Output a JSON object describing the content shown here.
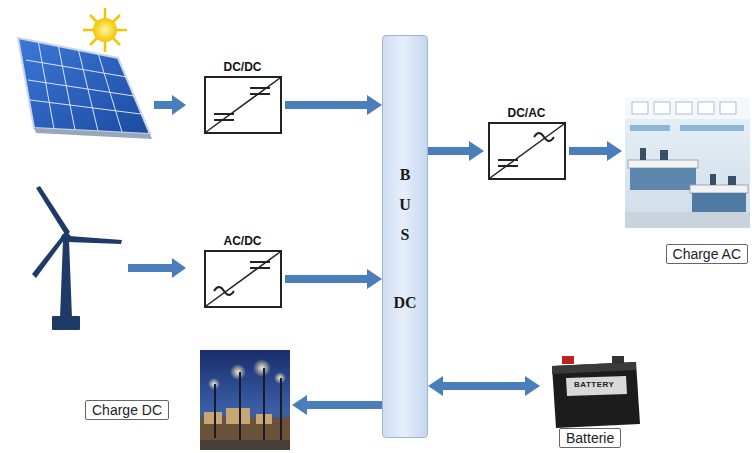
{
  "diagram": {
    "nodes": [
      {
        "text": [
          "DC/DC"
        ]
      },
      {
        "text": [
          "AC/DC"
        ]
      },
      {
        "text": [
          "B U S",
          "DC"
        ]
      },
      {
        "text": [
          "DC/AC"
        ]
      },
      {
        "text": [
          "Charge AC"
        ]
      },
      {
        "text": [
          "Charge DC"
        ]
      },
      {
        "text": [
          "Batterie"
        ]
      }
    ],
    "edges": [
      {
        "from": 0,
        "to": 2,
        "arrow": "to"
      },
      {
        "from": 1,
        "to": 2,
        "arrow": "to"
      },
      {
        "from": 2,
        "to": 3,
        "arrow": "to"
      },
      {
        "from": 3,
        "to": 4,
        "arrow": "to"
      },
      {
        "from": 2,
        "to": 5,
        "arrow": "to"
      },
      {
        "from": 2,
        "to": 6,
        "arrow": "both"
      }
    ],
    "labels": [
      "BATTERY"
    ]
  }
}
